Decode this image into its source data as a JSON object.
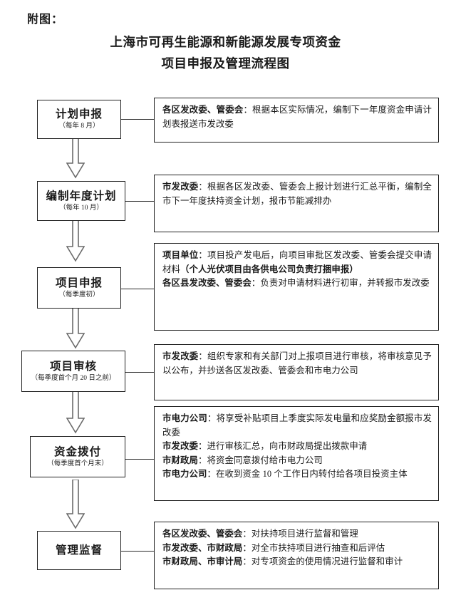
{
  "header": {
    "attachment_label": "附图：",
    "title_line1": "上海市可再生能源和新能源发展专项资金",
    "title_line2": "项目申报及管理流程图"
  },
  "colors": {
    "border": "#222222",
    "text": "#1a1a1a",
    "background": "#ffffff",
    "arrow": "#555555"
  },
  "flow": {
    "steps": [
      {
        "id": "plan-declaration",
        "name": "计划申报",
        "when": "（每年 8 月）",
        "detail_lines": [
          {
            "actor": "各区发改委、管委会",
            "sep": "：",
            "text": "根据本区实际情况，编制下一年度资金申请计划表报送市发改委"
          }
        ]
      },
      {
        "id": "annual-plan",
        "name": "编制年度计划",
        "when": "（每年 10 月）",
        "detail_lines": [
          {
            "actor": "市发改委",
            "sep": "：",
            "text": "根据各区发改委、管委会上报计划进行汇总平衡，编制全市下一年度扶持资金计划，报市节能减排办"
          }
        ]
      },
      {
        "id": "project-declaration",
        "name": "项目申报",
        "when": "（每季度初）",
        "detail_lines": [
          {
            "actor": "项目单位",
            "sep": "：",
            "text": "项目投产发电后，向项目审批区发改委、管委会提交申请材料",
            "emph": "（个人光伏项目由各供电公司负责打捆申报）"
          },
          {
            "actor": "各区县发改委、管委会",
            "sep": "：",
            "text": "负责对申请材料进行初审，并转报市发改委"
          }
        ]
      },
      {
        "id": "project-review",
        "name": "项目审核",
        "when": "（每季度首个月 20 日之前）",
        "detail_lines": [
          {
            "actor": "市发改委",
            "sep": "：",
            "text": "组织专家和有关部门对上报项目进行审核，将审核意见予以公布，并抄送各区发改委、管委会和市电力公司"
          }
        ]
      },
      {
        "id": "fund-disbursement",
        "name": "资金拨付",
        "when": "（每季度首个月末）",
        "detail_lines": [
          {
            "actor": "市电力公司",
            "sep": "：",
            "text": "将享受补贴项目上季度实际发电量和应奖励金额报市发改委"
          },
          {
            "actor": "市发改委",
            "sep": "：",
            "text": "进行审核汇总，向市财政局提出拨款申请"
          },
          {
            "actor": "市财政局",
            "sep": "：",
            "text": "将资金同意拨付给市电力公司"
          },
          {
            "actor": "市电力公司",
            "sep": "：",
            "text": "在收到资金 10 个工作日内转付给各项目投资主体"
          }
        ]
      },
      {
        "id": "management-supervision",
        "name": "管理监督",
        "when": "",
        "detail_lines": [
          {
            "actor": "各区发改委、管委会",
            "sep": "：",
            "text": "对扶持项目进行监督和管理"
          },
          {
            "actor": "市发改委、市财政局",
            "sep": "：",
            "text": "对全市扶持项目进行抽查和后评估"
          },
          {
            "actor": "市财政局、市审计局",
            "sep": "：",
            "text": "对专项资金的使用情况进行监督和审计"
          }
        ]
      }
    ],
    "arrow_count": 5
  }
}
